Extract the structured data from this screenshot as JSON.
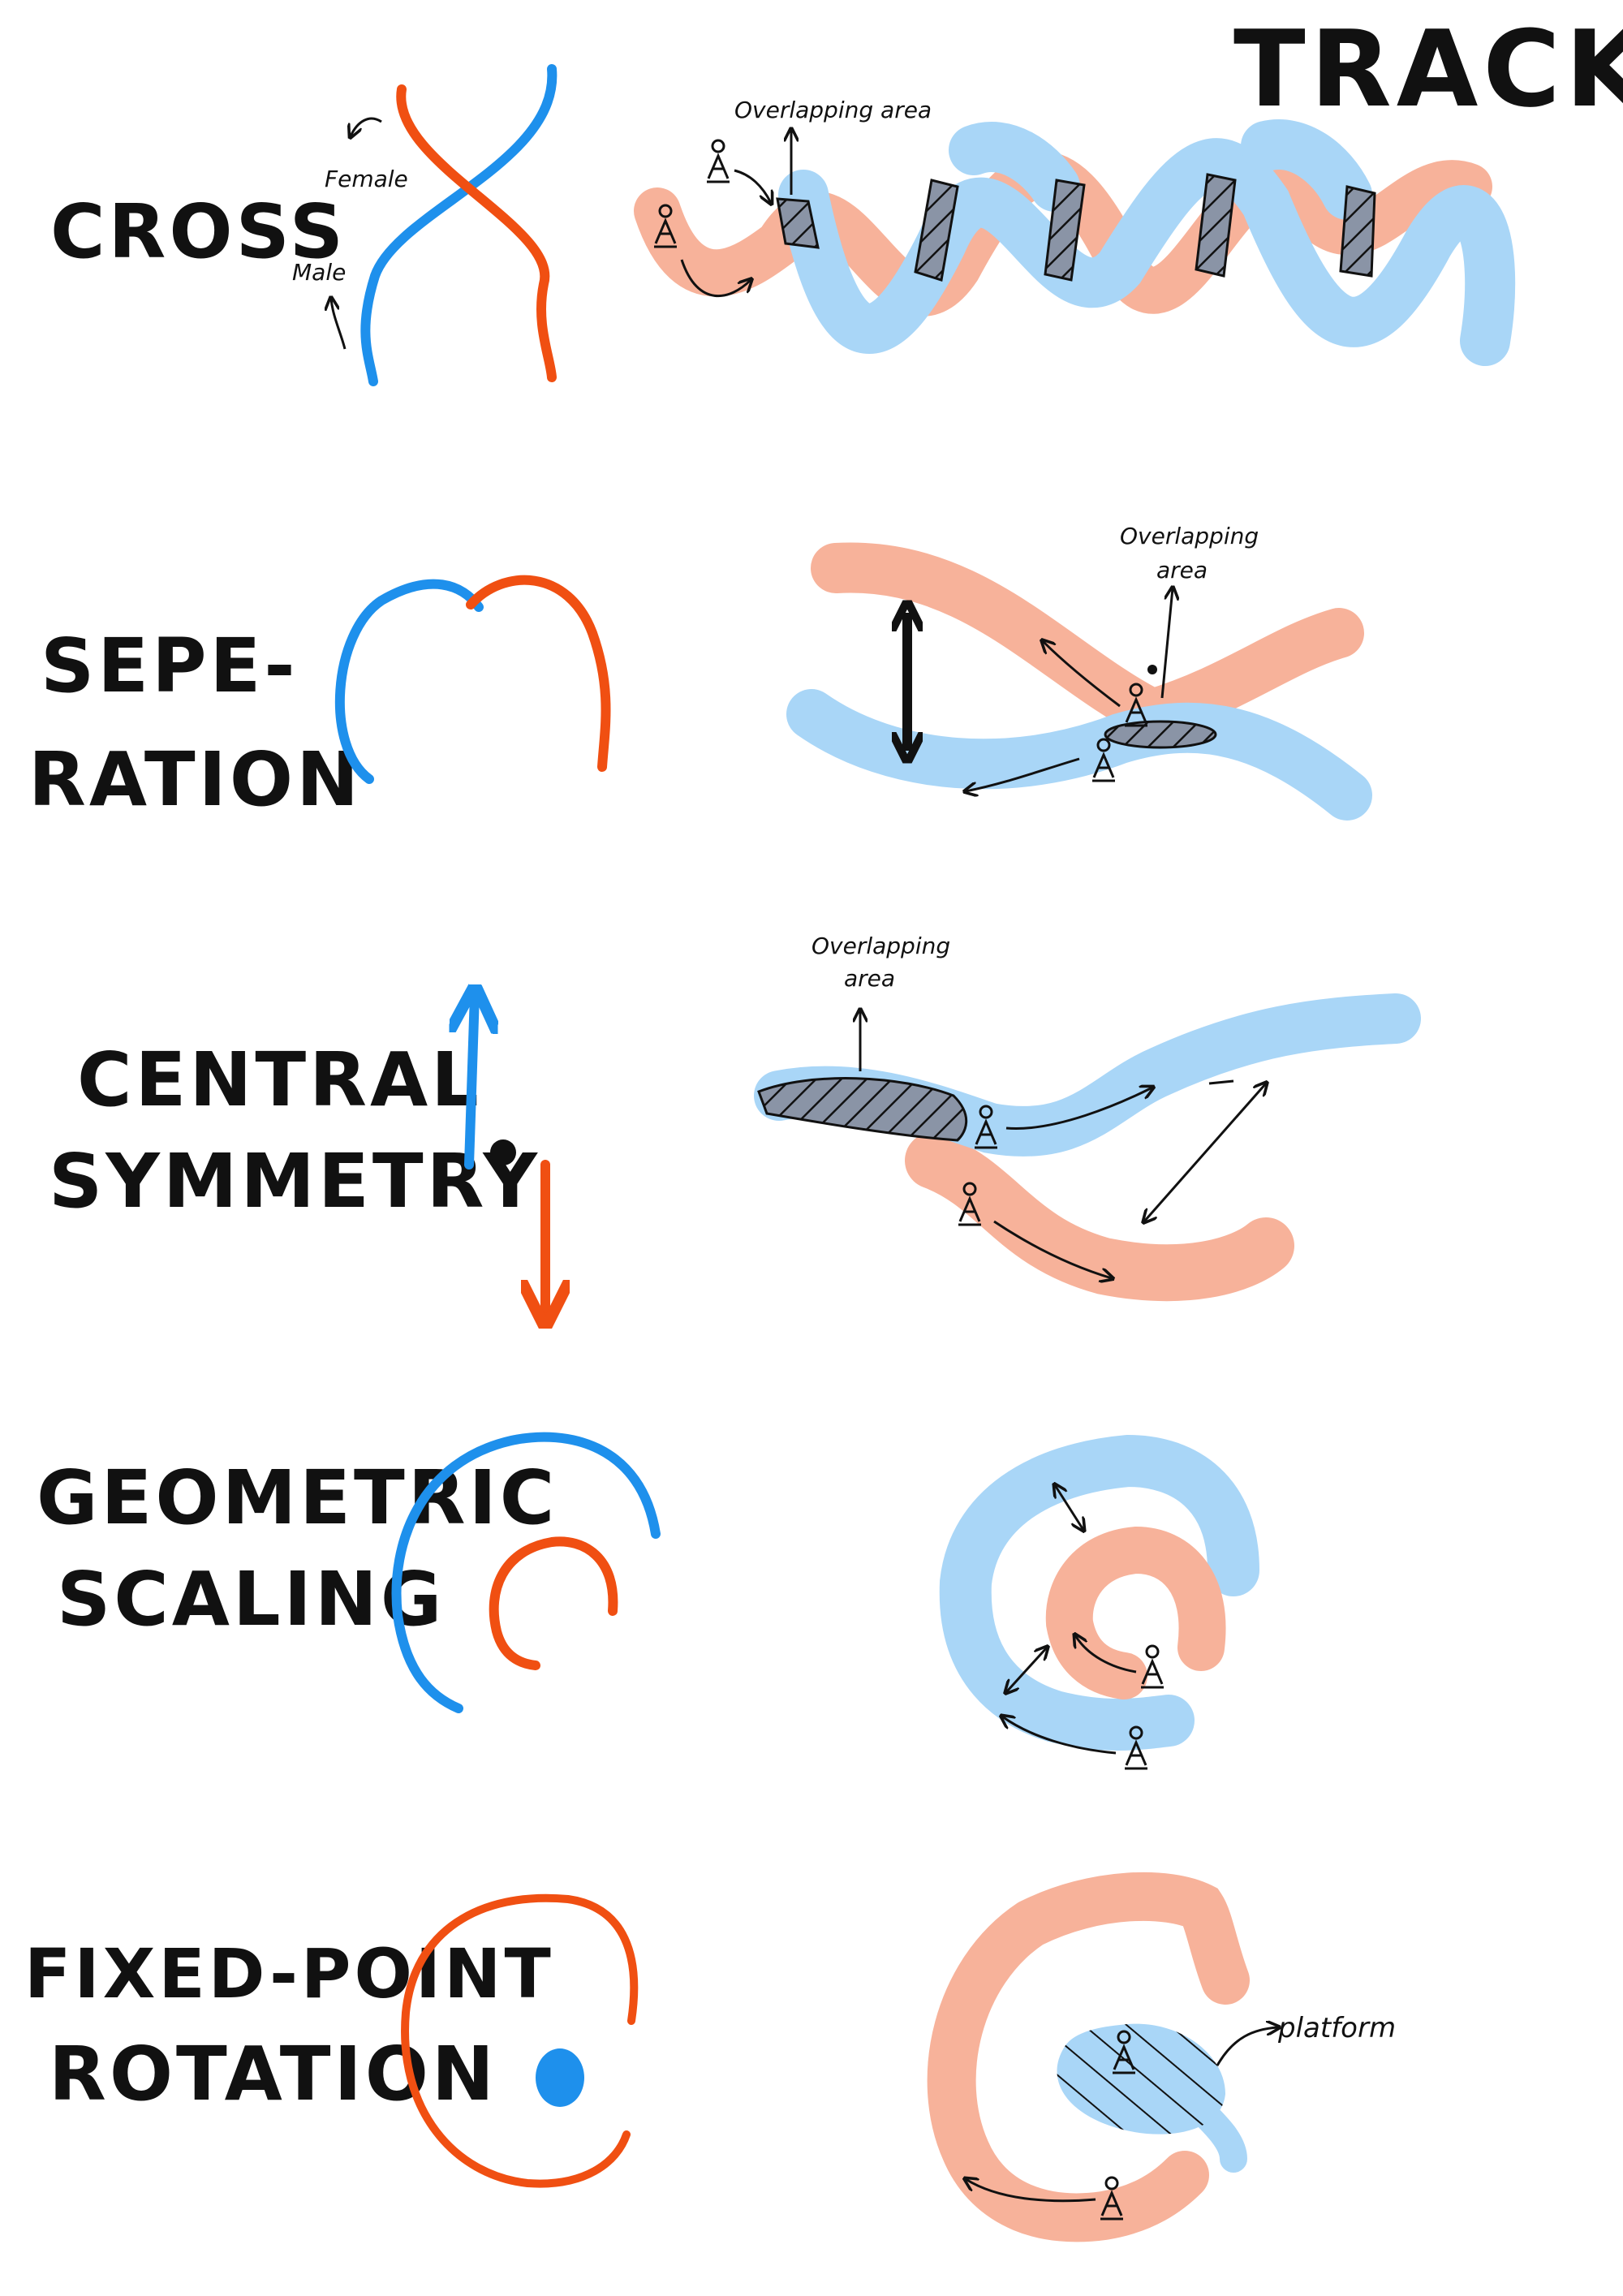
{
  "title": "TRACK",
  "colors": {
    "male": "#1e90ec",
    "female": "#f04f12",
    "male_track": "#a9d6f7",
    "female_track": "#f7b29a",
    "ink": "#111111",
    "overlap_fill": "#8a94a6"
  },
  "rows": [
    {
      "id": "cross",
      "label_lines": [
        "CROSS"
      ],
      "annotations": {
        "female": "Female",
        "male": "Male",
        "overlap": "Overlapping area"
      }
    },
    {
      "id": "separation",
      "label_lines": [
        "SEPE-",
        "RATION"
      ],
      "annotations": {
        "overlap_line1": "Overlapping",
        "overlap_line2": "area"
      }
    },
    {
      "id": "central-symmetry",
      "label_lines": [
        "CENTRAL",
        "SYMMETRY"
      ],
      "annotations": {
        "overlap_line1": "Overlapping",
        "overlap_line2": "area"
      }
    },
    {
      "id": "geometric-scaling",
      "label_lines": [
        "GEOMETRIC",
        "SCALING"
      ],
      "annotations": {}
    },
    {
      "id": "fixed-point-rotation",
      "label_lines": [
        "FIXED-POINT",
        "ROTATION"
      ],
      "annotations": {
        "platform": "platform"
      }
    }
  ],
  "icons": {
    "person": "person-icon",
    "arrow": "arrow-icon",
    "pivot": "center-dot-icon"
  }
}
